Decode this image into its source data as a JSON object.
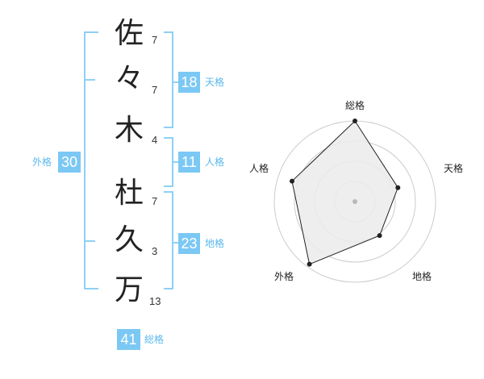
{
  "surname": [
    {
      "char": "佐",
      "strokes": "7"
    },
    {
      "char": "々",
      "strokes": "7"
    },
    {
      "char": "木",
      "strokes": "4"
    }
  ],
  "given_name": [
    {
      "char": "杜",
      "strokes": "7"
    },
    {
      "char": "久",
      "strokes": "3"
    },
    {
      "char": "万",
      "strokes": "13"
    }
  ],
  "scores": {
    "tenkaku": {
      "value": "18",
      "label": "天格"
    },
    "jinkaku": {
      "value": "11",
      "label": "人格"
    },
    "chikaku": {
      "value": "23",
      "label": "地格"
    },
    "gaikaku": {
      "value": "30",
      "label": "外格"
    },
    "soukaku": {
      "value": "41",
      "label": "総格"
    }
  },
  "radar": {
    "axes": [
      "総格",
      "天格",
      "地格",
      "外格",
      "人格"
    ],
    "levels": [
      1.0,
      0.56,
      0.52,
      0.96,
      0.82
    ],
    "colors": {
      "fill": "#ebebeb",
      "stroke": "#222222",
      "grid": "#cccccc",
      "center": "#b8b8b8"
    }
  },
  "colors": {
    "accent": "#7cc8f4",
    "bracket": "#8fd0f6"
  }
}
